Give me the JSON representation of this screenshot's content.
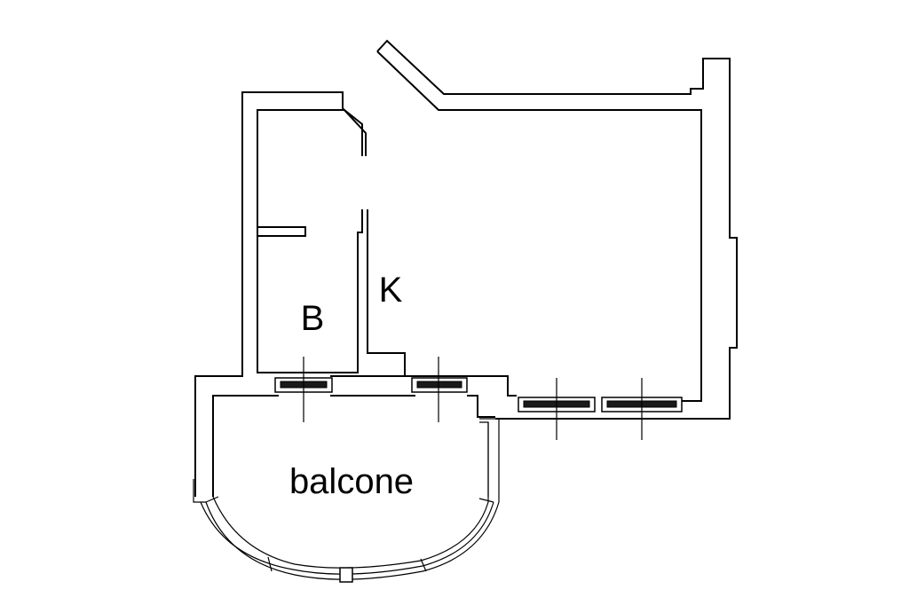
{
  "floor_plan": {
    "rooms": [
      {
        "key": "bathroom",
        "label": "B"
      },
      {
        "key": "kitchen",
        "label": "K"
      },
      {
        "key": "balcony",
        "label": "balcone"
      }
    ],
    "windows_count": 4,
    "colors": {
      "line": "#000000",
      "background": "#ffffff",
      "window_fill": "#1a1a1a"
    }
  }
}
